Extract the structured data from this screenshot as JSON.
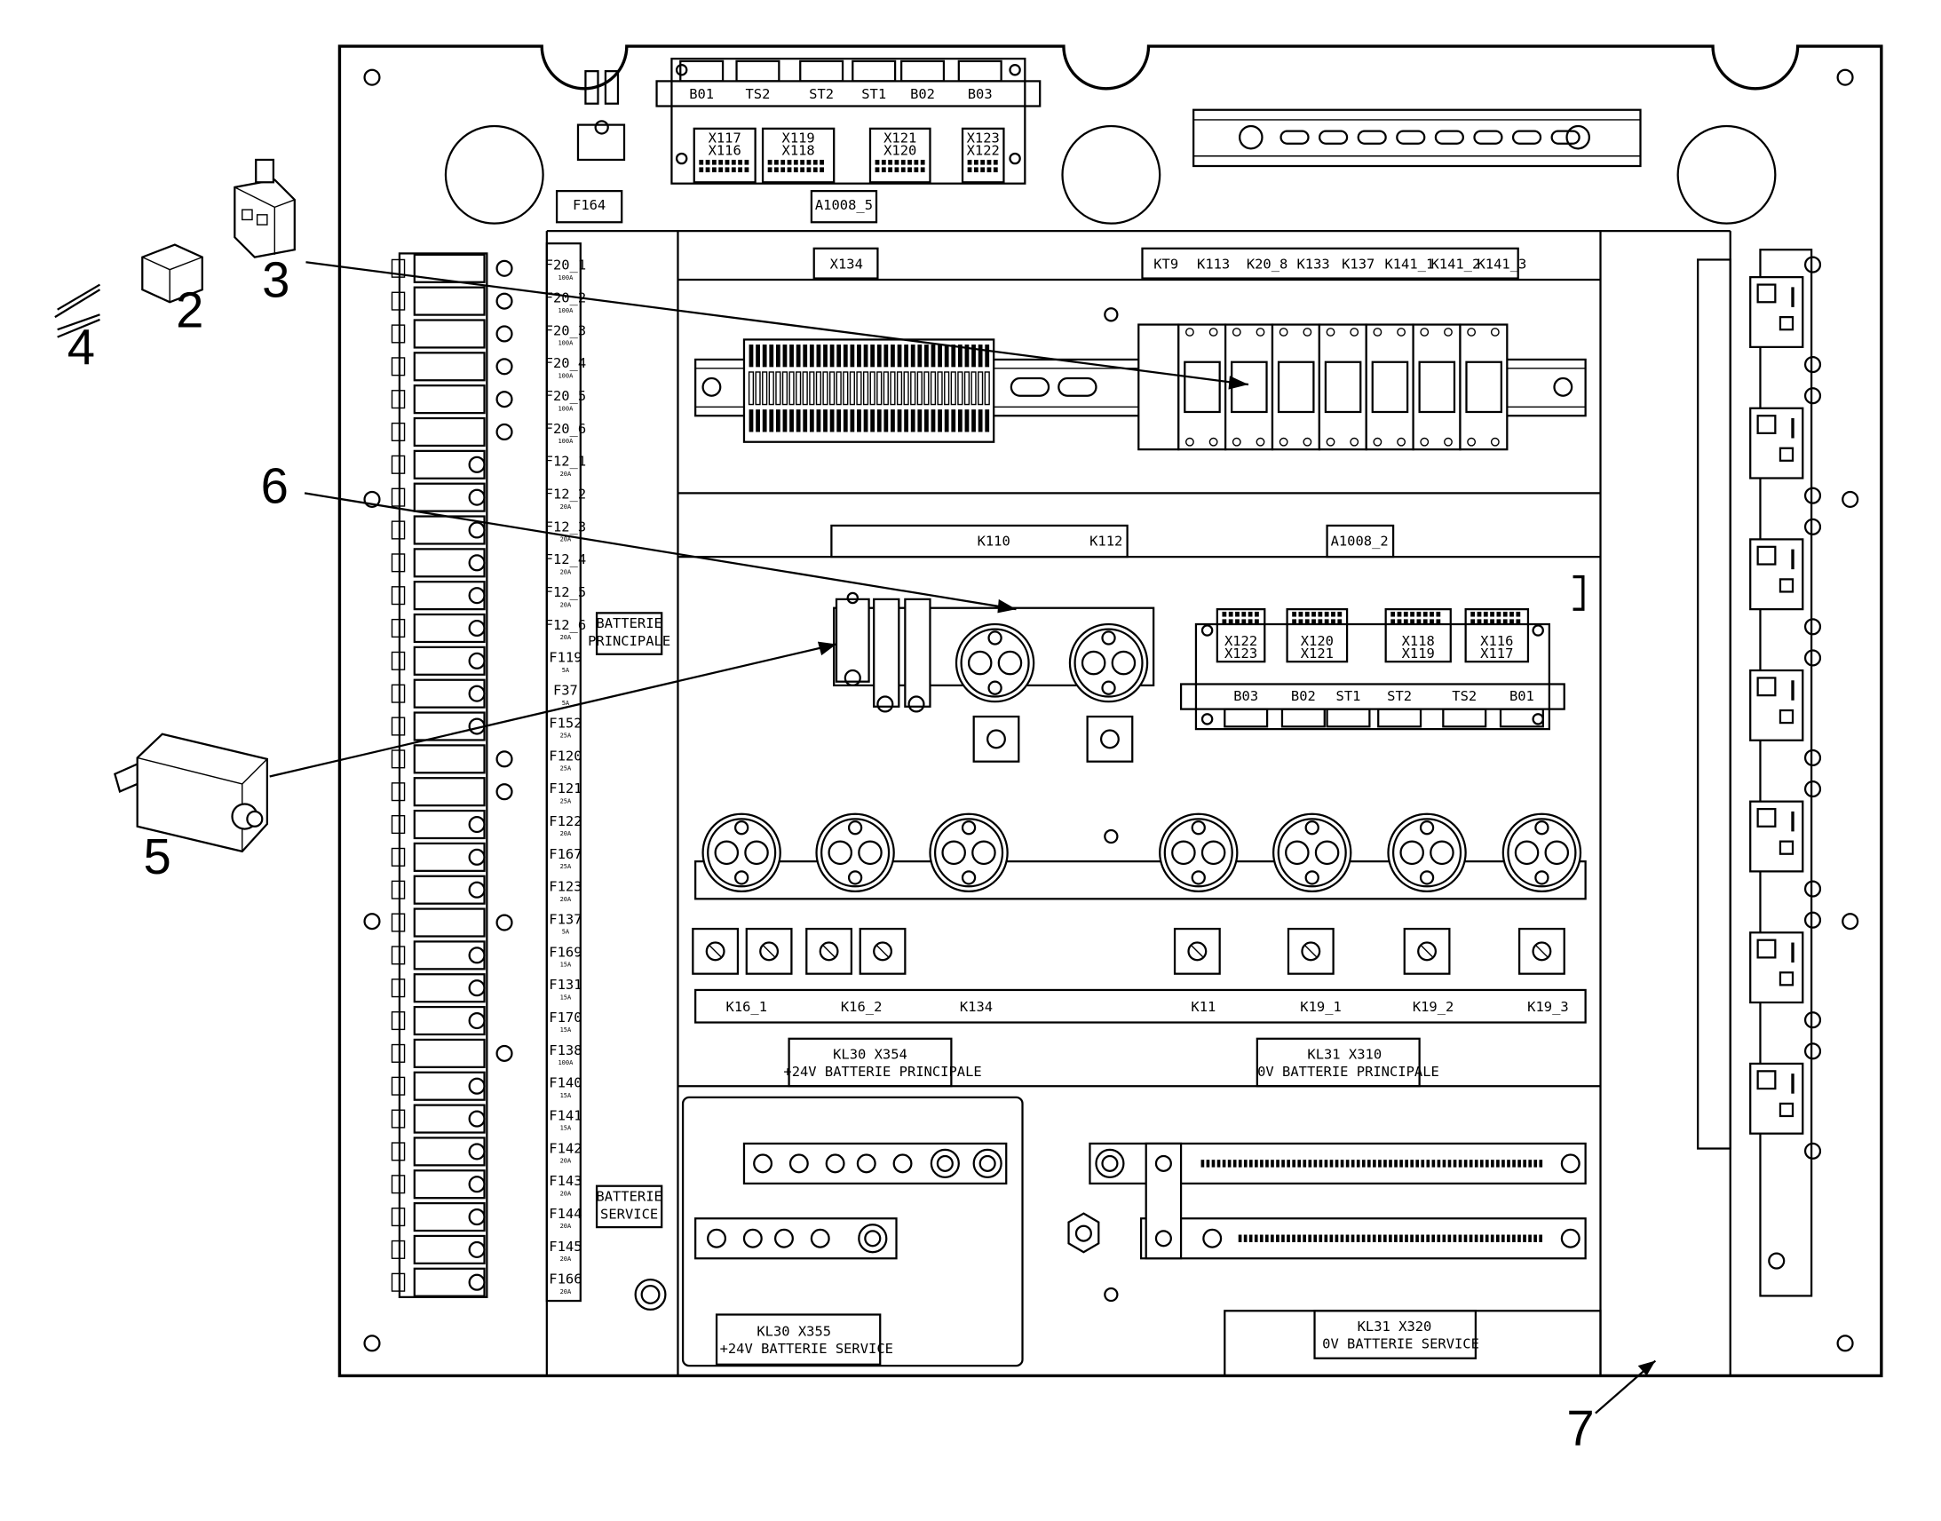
{
  "callouts": [
    "2",
    "3",
    "4",
    "5",
    "6",
    "7"
  ],
  "top_board": {
    "connectors": [
      "B01",
      "TS2",
      "ST2",
      "ST1",
      "B02",
      "B03"
    ],
    "blocks": [
      {
        "upper": "X117",
        "lower": "X116"
      },
      {
        "upper": "X119",
        "lower": "X118"
      },
      {
        "upper": "X121",
        "lower": "X120"
      },
      {
        "upper": "X123",
        "lower": "X122"
      }
    ]
  },
  "labels": {
    "f164": "F164",
    "a1008_5": "A1008_5",
    "x134": "X134",
    "a1008_2": "A1008_2",
    "batterie_principale": [
      "BATTERIE",
      "PRINCIPALE"
    ],
    "batterie_service": [
      "BATTERIE",
      "SERVICE"
    ],
    "kl30_principale": [
      "KL30 X354",
      "+24V BATTERIE PRINCIPALE"
    ],
    "kl31_principale": [
      "KL31 X310",
      "0V BATTERIE PRINCIPALE"
    ],
    "kl30_service": [
      "KL30 X355",
      "+24V BATTERIE SERVICE"
    ],
    "kl31_service": [
      "KL31 X320",
      "0V BATTERIE SERVICE"
    ]
  },
  "relay_strip": [
    "KT9",
    "K113",
    "K20_8",
    "K133",
    "K137",
    "K141_1",
    "K141_2",
    "K141_3"
  ],
  "mid_row": [
    "K110",
    "K112"
  ],
  "bottom_row": [
    "K16_1",
    "K16_2",
    "K134",
    "K11",
    "K19_1",
    "K19_2",
    "K19_3"
  ],
  "mid_board": {
    "connectors": [
      "B03",
      "B02",
      "ST1",
      "ST2",
      "TS2",
      "B01"
    ],
    "blocks": [
      {
        "upper": "X122",
        "lower": "X123"
      },
      {
        "upper": "X120",
        "lower": "X121"
      },
      {
        "upper": "X118",
        "lower": "X119"
      },
      {
        "upper": "X116",
        "lower": "X117"
      }
    ]
  },
  "fuses": [
    {
      "id": "F20_1",
      "rating": "100A"
    },
    {
      "id": "F20_2",
      "rating": "100A"
    },
    {
      "id": "F20_3",
      "rating": "100A"
    },
    {
      "id": "F20_4",
      "rating": "100A"
    },
    {
      "id": "F20_5",
      "rating": "100A"
    },
    {
      "id": "F20_6",
      "rating": "100A"
    },
    {
      "id": "F12_1",
      "rating": "20A"
    },
    {
      "id": "F12_2",
      "rating": "20A"
    },
    {
      "id": "F12_3",
      "rating": "20A"
    },
    {
      "id": "F12_4",
      "rating": "20A"
    },
    {
      "id": "F12_5",
      "rating": "20A"
    },
    {
      "id": "F12_6",
      "rating": "20A"
    },
    {
      "id": "F119",
      "rating": "5A"
    },
    {
      "id": "F37",
      "rating": "5A"
    },
    {
      "id": "F152",
      "rating": "25A"
    },
    {
      "id": "F120",
      "rating": "25A"
    },
    {
      "id": "F121",
      "rating": "25A"
    },
    {
      "id": "F122",
      "rating": "20A"
    },
    {
      "id": "F167",
      "rating": "25A"
    },
    {
      "id": "F123",
      "rating": "20A"
    },
    {
      "id": "F137",
      "rating": "5A"
    },
    {
      "id": "F169",
      "rating": "15A"
    },
    {
      "id": "F131",
      "rating": "15A"
    },
    {
      "id": "F170",
      "rating": "15A"
    },
    {
      "id": "F138",
      "rating": "100A"
    },
    {
      "id": "F140",
      "rating": "15A"
    },
    {
      "id": "F141",
      "rating": "15A"
    },
    {
      "id": "F142",
      "rating": "20A"
    },
    {
      "id": "F143",
      "rating": "20A"
    },
    {
      "id": "F144",
      "rating": "20A"
    },
    {
      "id": "F145",
      "rating": "20A"
    },
    {
      "id": "F166",
      "rating": "20A"
    }
  ]
}
